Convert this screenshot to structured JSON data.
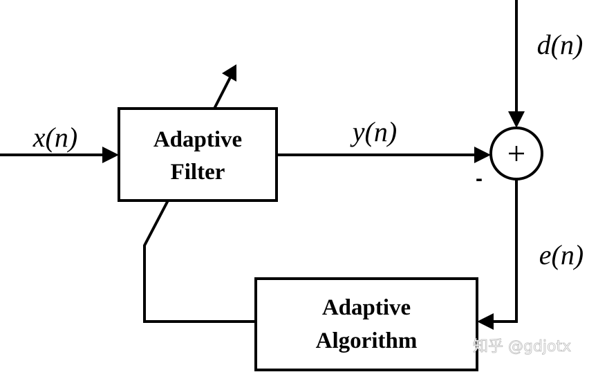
{
  "blocks": {
    "filter": {
      "line1": "Adaptive",
      "line2": "Filter"
    },
    "algorithm": {
      "line1": "Adaptive",
      "line2": "Algorithm"
    }
  },
  "signals": {
    "input": "x(n)",
    "output": "y(n)",
    "desired": "d(n)",
    "error": "e(n)"
  },
  "summer": {
    "plus": "+",
    "minus": "-"
  },
  "watermark": "知乎 @gdjotx"
}
